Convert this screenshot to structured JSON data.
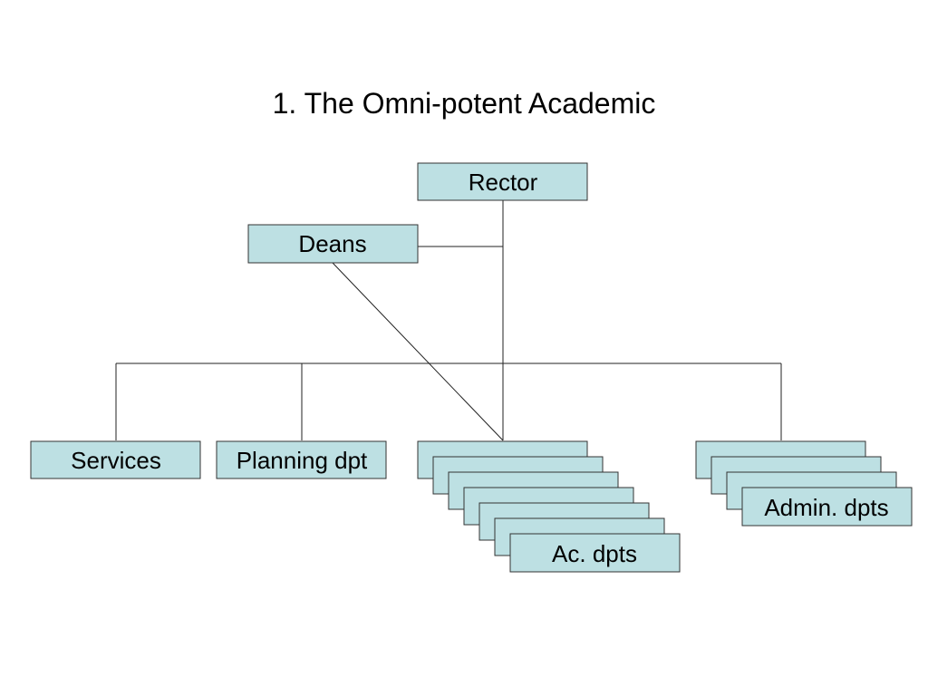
{
  "slide": {
    "title": "1. The Omni-potent Academic"
  },
  "org_chart": {
    "box_fill": "#bde0e3",
    "nodes": {
      "rector": "Rector",
      "deans": "Deans",
      "services": "Services",
      "planning": "Planning dpt",
      "academic_depts": "Ac. dpts",
      "admin_depts": "Admin. dpts"
    }
  }
}
